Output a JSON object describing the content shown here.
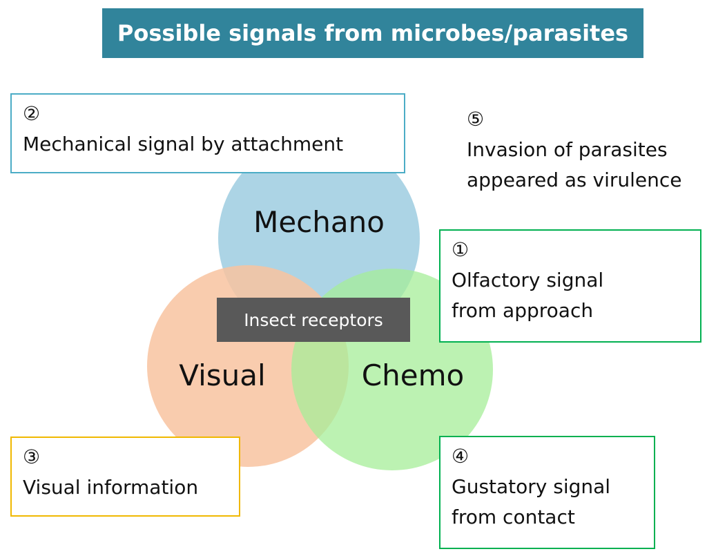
{
  "title": "Possible signals  from microbes/parasites",
  "circles": {
    "mechano": "Mechano",
    "visual": "Visual",
    "chemo": "Chemo"
  },
  "center_label": "Insect receptors",
  "notes": {
    "mechanical": {
      "number": "②",
      "lines": [
        "Mechanical signal by  attachment"
      ]
    },
    "invasion": {
      "number": "⑤",
      "lines": [
        "Invasion of parasites",
        "appeared as virulence"
      ]
    },
    "olfactory": {
      "number": "①",
      "lines": [
        "Olfactory signal",
        "from approach"
      ]
    },
    "visual_info": {
      "number": "③",
      "lines": [
        "Visual information"
      ]
    },
    "gustatory": {
      "number": "④",
      "lines": [
        "Gustatory signal",
        "from contact"
      ]
    }
  },
  "colors": {
    "banner": "#31849b",
    "mechano": "#9dcde0",
    "visual": "#f8c3a0",
    "chemo": "#a6ed98",
    "receptor_box": "#595959",
    "border_mechanical": "#4bacc6",
    "border_olfactory": "#00b050",
    "border_visual": "#f0b800",
    "border_gustatory": "#00b050"
  }
}
